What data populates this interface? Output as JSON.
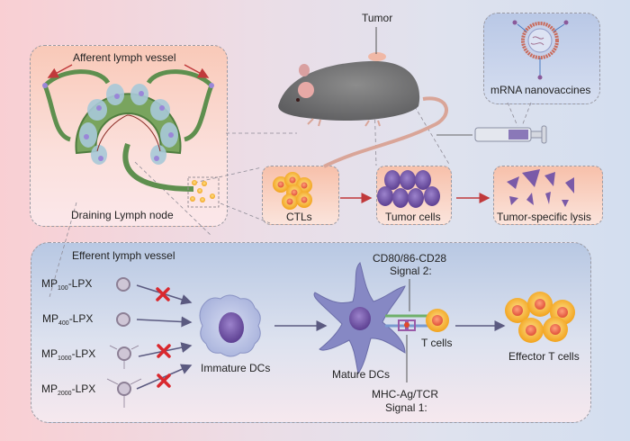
{
  "figure": {
    "top": {
      "lymph_node_panel": {
        "afferent_label": "Afferent lymph vessel",
        "draining_label": "Draining Lymph node"
      },
      "mouse": {
        "tumor_label": "Tumor"
      },
      "nanovaccine_panel": {
        "label": "mRNA nanovaccines"
      },
      "steps": [
        {
          "label": "CTLs"
        },
        {
          "label": "Tumor cells"
        },
        {
          "label": "Tumor-specific lysis"
        }
      ]
    },
    "bottom": {
      "efferent_label": "Efferent lymph vessel",
      "formulations": [
        {
          "prefix": "MP",
          "subscript": "100",
          "suffix": "-LPX",
          "blocked": true
        },
        {
          "prefix": "MP",
          "subscript": "400",
          "suffix": "-LPX",
          "blocked": false
        },
        {
          "prefix": "MP",
          "subscript": "1000",
          "suffix": "-LPX",
          "blocked": true
        },
        {
          "prefix": "MP",
          "subscript": "2000",
          "suffix": "-LPX",
          "blocked": true
        }
      ],
      "immature_dcs_label": "Immature DCs",
      "mature_dcs_label": "Mature DCs",
      "signal2": {
        "line1": "CD80/86-CD28",
        "line2": "Signal 2:"
      },
      "signal1": {
        "line1": "MHC-Ag/TCR",
        "line2": "Signal 1:"
      },
      "t_cells_label": "T cells",
      "effector_label": "Effector T cells"
    },
    "colors": {
      "arrow_red": "#c0393b",
      "arrow_gray": "#5b5a80",
      "cross_red": "#d9282e",
      "lymph_green": "#5e8f4e",
      "tcell_orange": "#f5a623",
      "tumor_purple": "#7a5aa8"
    }
  }
}
